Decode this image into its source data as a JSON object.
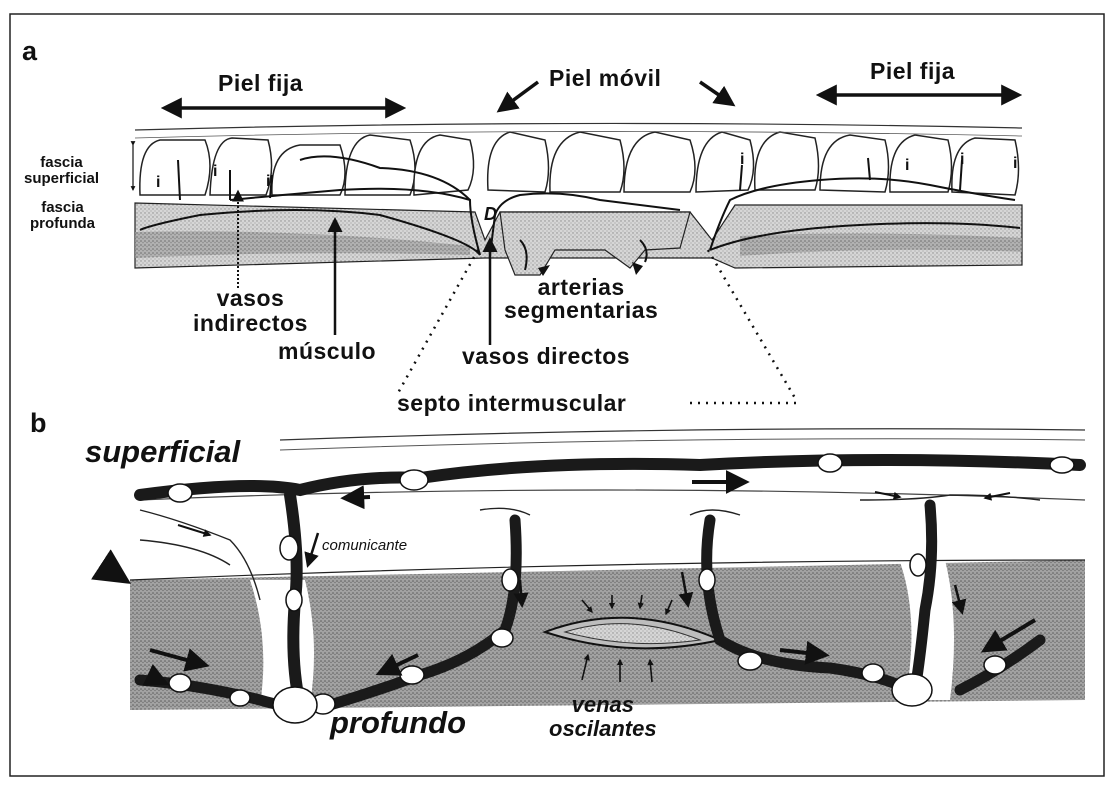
{
  "panel_a": {
    "letter": "a",
    "piel_fija_left": "Piel fija",
    "piel_movil": "Piel móvil",
    "piel_fija_right": "Piel fija",
    "fascia_superficial": [
      "fascia",
      "superficial"
    ],
    "fascia_profunda": [
      "fascia",
      "profunda"
    ],
    "vasos_indirectos": [
      "vasos",
      "indirectos"
    ],
    "musculo": "músculo",
    "arterias_segmentarias": [
      "arterias",
      "segmentarias"
    ],
    "vasos_directos": "vasos directos",
    "septo_intermuscular": "septo intermuscular",
    "marker_i": "i",
    "marker_d": "D"
  },
  "panel_b": {
    "letter": "b",
    "superficial": "superficial",
    "comunicante": "comunicante",
    "profundo": "profundo",
    "venas_oscilantes": [
      "venas",
      "oscilantes"
    ]
  },
  "colors": {
    "ink": "#111111",
    "stipple_light": "#cfcfcf",
    "stipple_dark": "#8c8c8c",
    "background": "#ffffff"
  }
}
